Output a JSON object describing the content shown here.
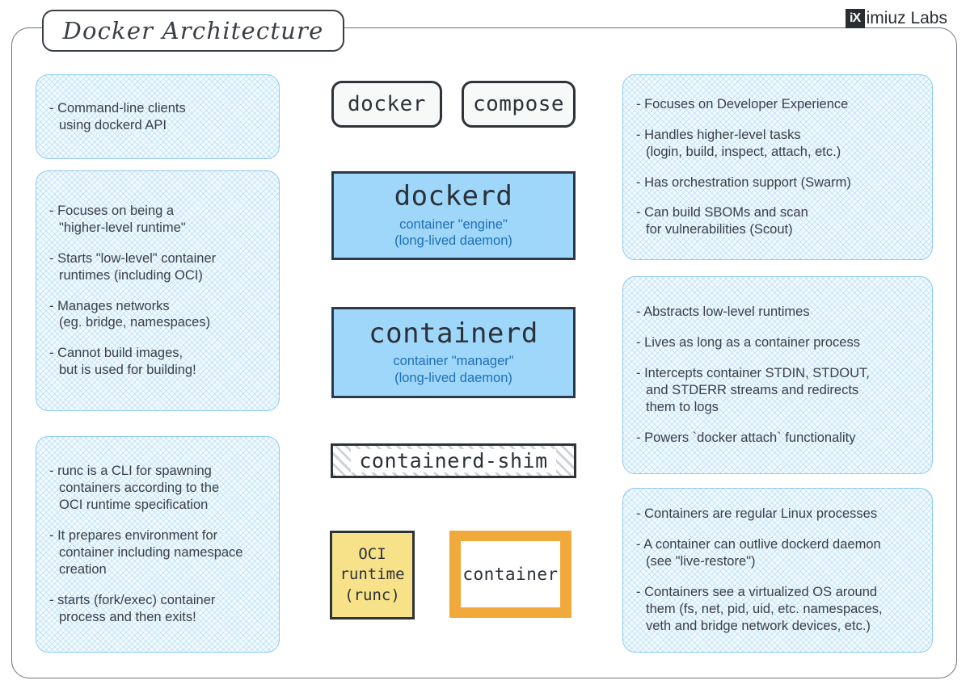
{
  "diagram": {
    "title": "Docker Architecture",
    "brand": {
      "mark": "iX",
      "text": "imiuz Labs"
    }
  },
  "nodes": {
    "docker": {
      "label": "docker"
    },
    "compose": {
      "label": "compose"
    },
    "dockerd": {
      "label": "dockerd",
      "sub_line1": "container \"engine\"",
      "sub_line2": "(long-lived daemon)"
    },
    "containerd": {
      "label": "containerd",
      "sub_line1": "container \"manager\"",
      "sub_line2": "(long-lived daemon)"
    },
    "containerd_shim": {
      "label": "containerd-shim"
    },
    "oci_runtime": {
      "label": "OCI\nruntime\n(runc)"
    },
    "container": {
      "label": "container"
    }
  },
  "notes": {
    "cli_clients": {
      "items": [
        "- Command-line clients\n  using dockerd API"
      ]
    },
    "dockerd_left": {
      "items": [
        "- Focuses on being a\n  \"higher-level runtime\"",
        "- Starts \"low-level\" container\n  runtimes (including OCI)",
        "- Manages networks\n  (eg. bridge, namespaces)",
        "- Cannot build images,\n  but is used for building!"
      ]
    },
    "runc_left": {
      "items": [
        "- runc is a CLI for spawning\n  containers according to the\n  OCI runtime specification",
        "- It prepares environment for\n  container including namespace\n  creation",
        "- starts (fork/exec) container\n  process and then exits!"
      ]
    },
    "dockerd_right": {
      "items": [
        "- Focuses on Developer Experience",
        "- Handles higher-level tasks\n  (login, build, inspect, attach, etc.)",
        "- Has orchestration support (Swarm)",
        "- Can build SBOMs and scan\n  for vulnerabilities (Scout)"
      ]
    },
    "shim_right": {
      "items": [
        "- Abstracts low-level runtimes",
        "- Lives as long as a container process",
        "- Intercepts container STDIN, STDOUT,\n  and STDERR streams and redirects\n  them to logs",
        "- Powers `docker attach` functionality"
      ]
    },
    "container_right": {
      "items": [
        "- Containers are regular Linux processes",
        "- A container can outlive dockerd daemon\n  (see \"live-restore\")",
        "- Containers see a virtualized OS around\n  them (fs, net, pid, uid, etc. namespaces,\n  veth and bridge network devices, etc.)"
      ]
    }
  },
  "colors": {
    "daemon_fill": "#9fd7fb",
    "daemon_border": "#2c3a47",
    "runc_fill": "#f7e28a",
    "container_border": "#f2a93b",
    "note_fill": "#f2fafe",
    "note_border": "#8fc9ef",
    "flow_arrow": "#1f6fb5",
    "connector_arrow": "#bfe0f5",
    "ink": "#2e3338"
  }
}
